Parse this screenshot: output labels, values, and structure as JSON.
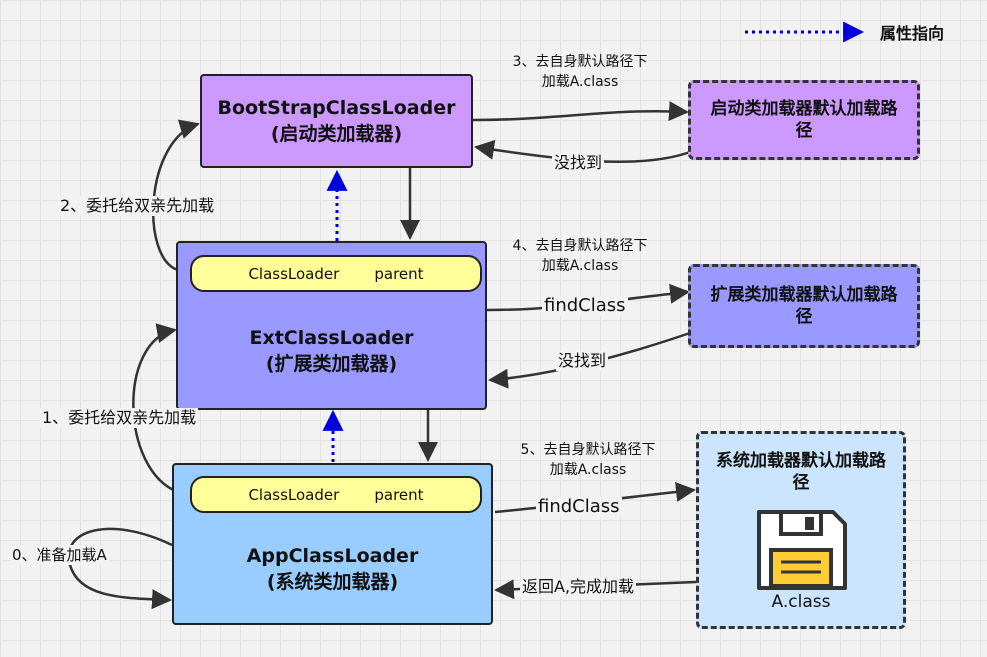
{
  "legend": {
    "label": "属性指向"
  },
  "boxes": {
    "bootstrap": {
      "name": "BootStrapClassLoader",
      "sub": "(启动类加载器)"
    },
    "bootstrap_path": {
      "label": "启动类加载器默认加载路径"
    },
    "ext": {
      "name": "ExtClassLoader",
      "sub": "(扩展类加载器)"
    },
    "ext_path": {
      "label": "扩展类加载器默认加载路径"
    },
    "app": {
      "name": "AppClassLoader",
      "sub": "(系统类加载器)"
    },
    "app_path": {
      "label": "系统加载器默认加载路径",
      "file_label": "A.class"
    }
  },
  "fields": {
    "ext_parent": "ClassLoader    parent",
    "app_parent": "ClassLoader    parent"
  },
  "labels": {
    "step0": "0、准备加载A",
    "step1": "1、委托给双亲先加载",
    "step2": "2、委托给双亲先加载",
    "step3_line1": "3、去自身默认路径下",
    "step3_line2": "加载A.class",
    "step4_line1": "4、去自身默认路径下",
    "step4_line2": "加载A.class",
    "step5_line1": "5、去自身默认路径下",
    "step5_line2": "加载A.class",
    "not_found_1": "没找到",
    "not_found_2": "没找到",
    "find_class_1": "findClass",
    "find_class_2": "findClass",
    "return_done": "返回A,完成加载"
  },
  "colors": {
    "bootstrap": "#cc99ff",
    "ext": "#9999ff",
    "app": "#99ccff",
    "app_path": "#cce5ff",
    "field": "#ffff99",
    "legend_arrow": "#0000dd"
  }
}
